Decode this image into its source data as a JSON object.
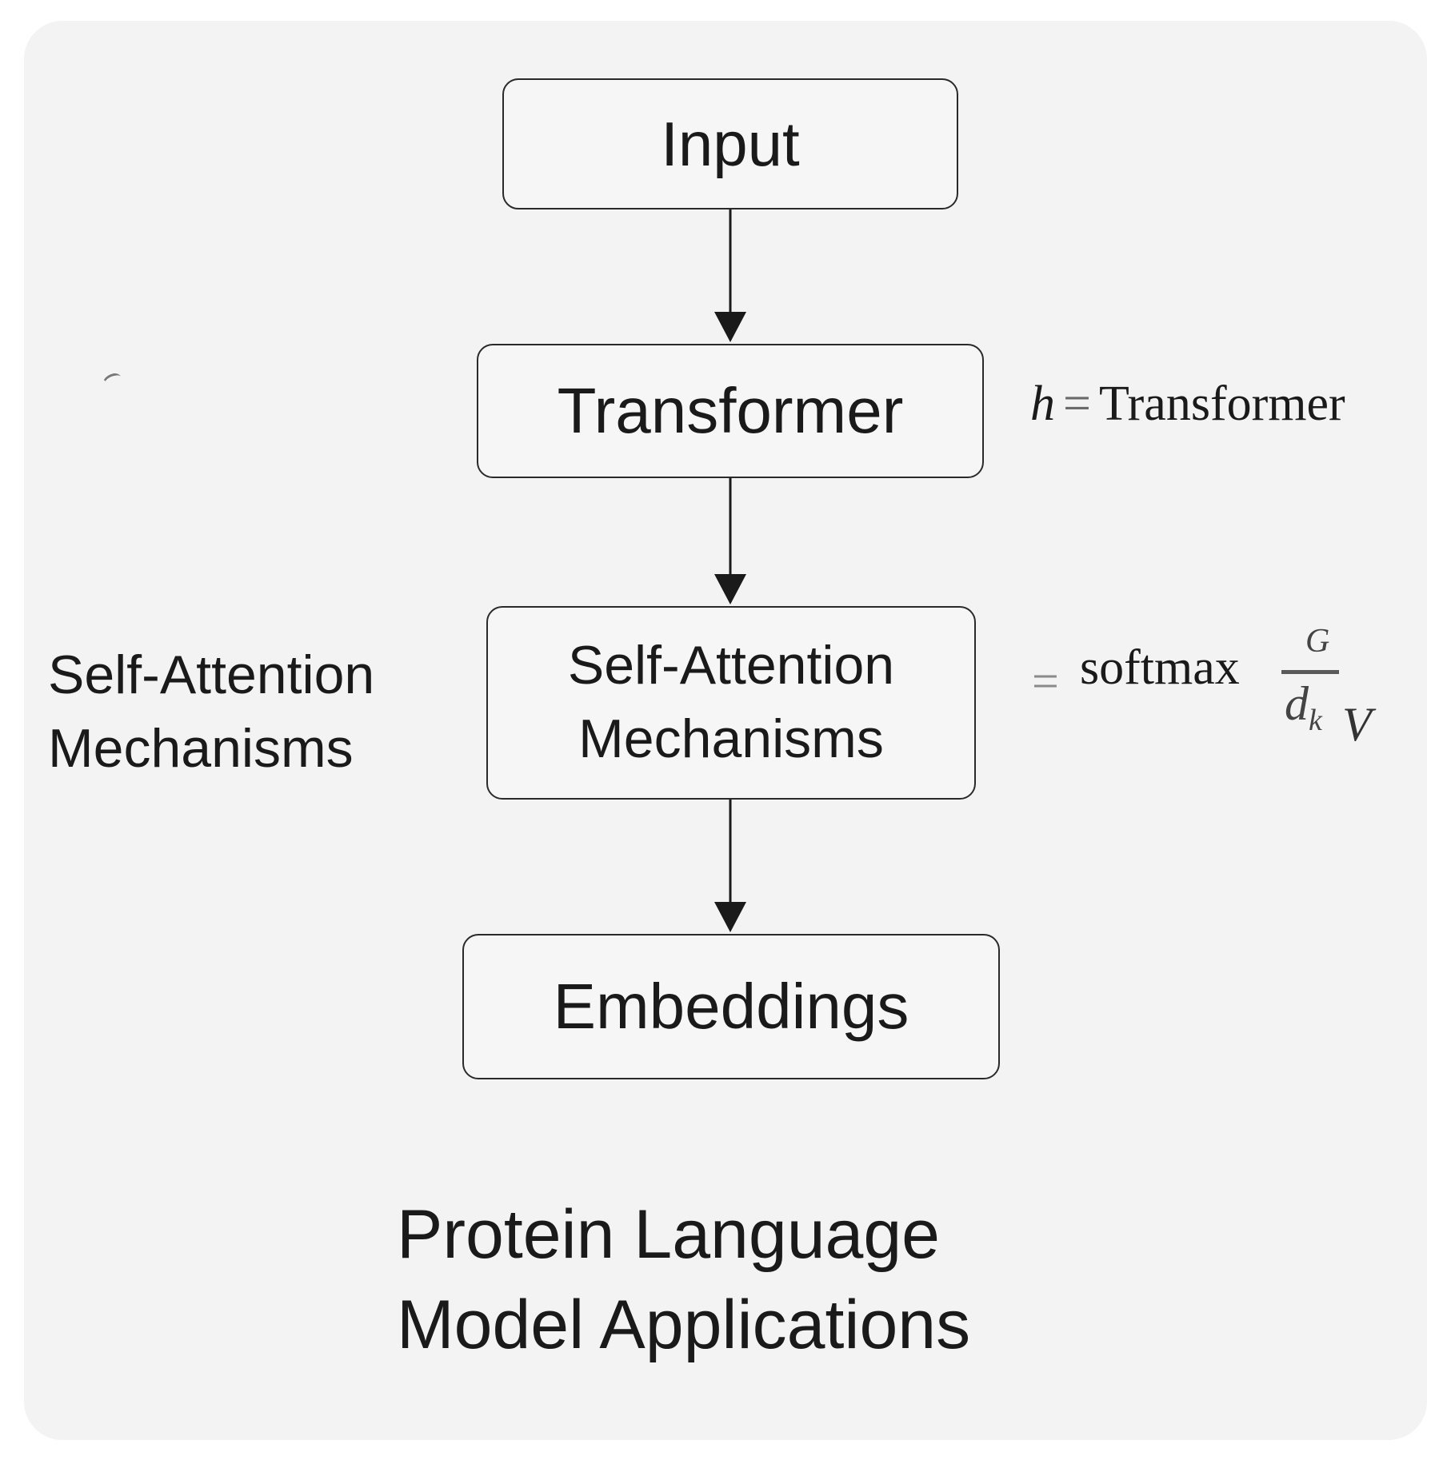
{
  "nodes": {
    "input": "Input",
    "transformer": "Transformer",
    "attention": "Self-Attention\nMechanisms",
    "embeddings": "Embeddings"
  },
  "side_label": "Self-Attention\nMechanisms",
  "footer_title": "Protein Language\nModel Applications",
  "equations": {
    "transformer": {
      "var": "h",
      "equals": "=",
      "rhs": "Transformer"
    },
    "softmax": {
      "equals": "=",
      "function": "softmax",
      "numerator": "G",
      "denominator": "d",
      "denominator_sub": "k",
      "trailing": "V"
    }
  }
}
